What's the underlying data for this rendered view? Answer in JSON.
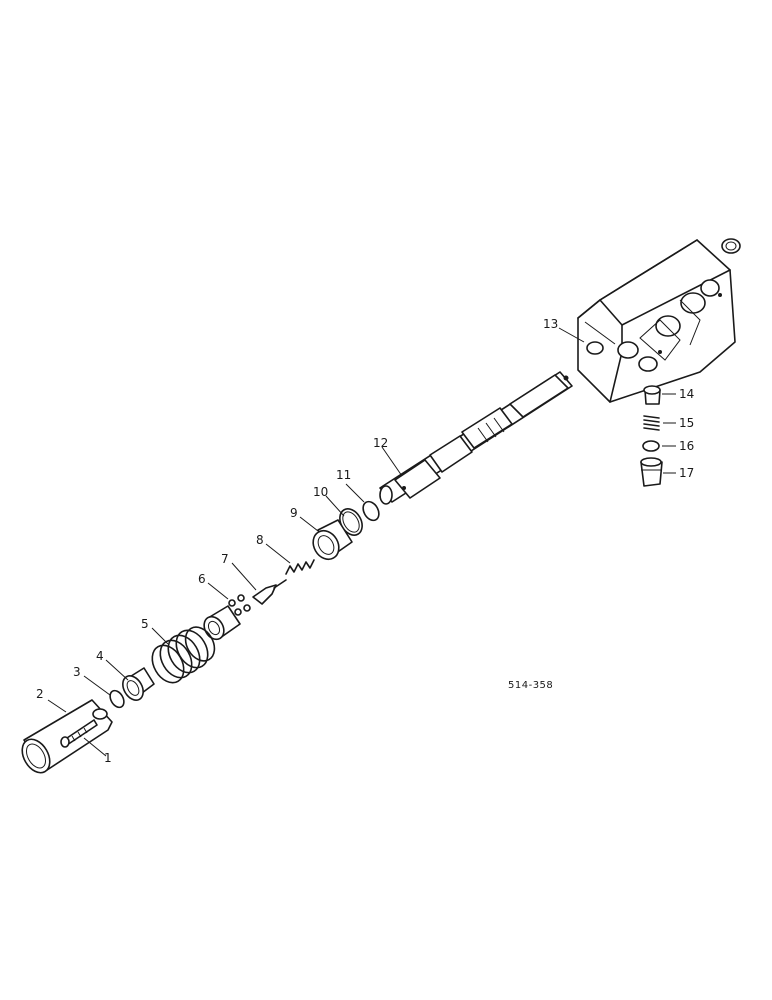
{
  "callouts": [
    "1",
    "2",
    "3",
    "4",
    "5",
    "6",
    "7",
    "8",
    "9",
    "10",
    "11",
    "12",
    "13",
    "14",
    "15",
    "16",
    "17"
  ],
  "figure_ref": "514-358"
}
